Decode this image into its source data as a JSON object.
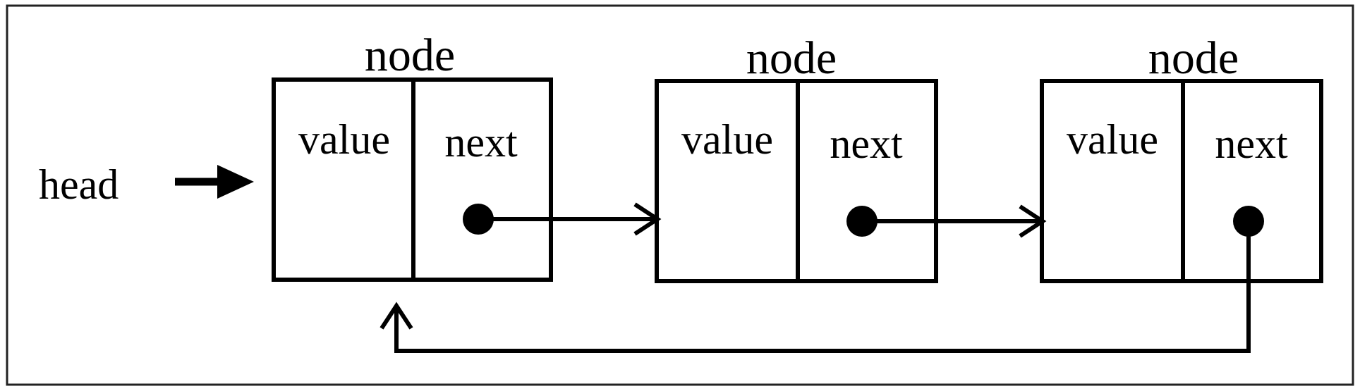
{
  "head": {
    "label": "head"
  },
  "nodes": [
    {
      "title": "node",
      "value_label": "value",
      "next_label": "next"
    },
    {
      "title": "node",
      "value_label": "value",
      "next_label": "next"
    },
    {
      "title": "node",
      "value_label": "value",
      "next_label": "next"
    }
  ],
  "edges": [
    {
      "from": "head",
      "to": "node-1"
    },
    {
      "from": "node-1.next",
      "to": "node-2"
    },
    {
      "from": "node-2.next",
      "to": "node-3"
    },
    {
      "from": "node-3.next",
      "to": "node-1"
    }
  ],
  "colors": {
    "ink": "#000000",
    "background": "#ffffff",
    "frame": "#222222"
  }
}
